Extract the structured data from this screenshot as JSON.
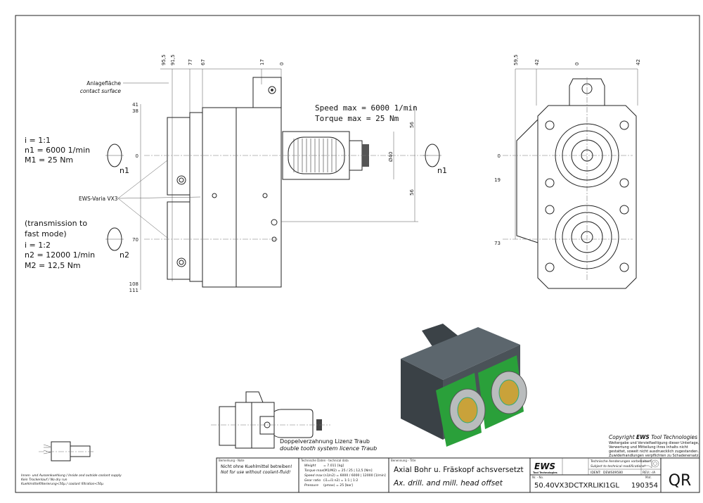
{
  "side_view": {
    "contact_surface_de": "Anlagefläche",
    "contact_surface_en": "contact surface",
    "top_dims": [
      "95,5",
      "91,5",
      "77",
      "67",
      "17",
      "0"
    ],
    "left_dims": [
      "41",
      "38",
      "0",
      "70",
      "108",
      "111"
    ],
    "right_dims": [
      "56",
      "56"
    ],
    "diameter": "Ø40",
    "speed_max": "Speed max  = 6000 1/min",
    "torque_max": "Torque max = 25 Nm",
    "spindle1_label": "n1",
    "spindle2_label": "n2",
    "drive_label": "n1",
    "varia_label": "EWS-Varia VX3"
  },
  "spindle1": {
    "ratio": "i = 1:1",
    "speed": "n1 = 6000 1/min",
    "torque": "M1 = 25 Nm"
  },
  "spindle2": {
    "note_line1": "(transmission to",
    "note_line2": "fast mode)",
    "ratio": "i = 1:2",
    "speed": "n2 = 12000 1/min",
    "torque": "M2 = 12,5 Nm"
  },
  "front_view": {
    "top_dims": [
      "59,5",
      "42",
      "0",
      "42"
    ],
    "left_dims": [
      "0",
      "19",
      "73"
    ]
  },
  "detail_view": {
    "caption_de": "Doppelverzahnung Lizenz Traub",
    "caption_en": "double tooth system licence Traub"
  },
  "coolant": {
    "line1": "Innen- und Aussenkuehlung / Inside and outside coolant supply",
    "line2": "Kein Trockenlauf / No dry run",
    "line3": "Kuehlmittelfilterierung<50µ / coolant filtration<50µ"
  },
  "copyright": {
    "title_prefix": "Copyright ",
    "title_brand": "EWS",
    "title_suffix": " Tool Technologies",
    "lines": [
      "Weitergabe und Vervielfaeltigung dieser Unterlage,",
      "Verwertung und Mitteilung ihres Inhalts nicht",
      "gestattet, soweit nicht ausdruecklich zugestanden.",
      "Zuwiderhandlungen verpflichten zu Schadenersatz."
    ]
  },
  "title_block": {
    "note_header": "Bemerkung - Note",
    "note_de": "Nicht ohne Kuehlmittel betreiben!",
    "note_en": "Not for use without coolant-fluid!",
    "tech_header": "Technische Daten - technical data",
    "tech_rows": [
      {
        "label": "Weight",
        "value": "= 7.011 [kg]"
      },
      {
        "label": "Torque max",
        "value": "(M1/M2) = 25 / 25 | 12,5 [Nm]"
      },
      {
        "label": "Speed max",
        "value": "(n1/n2) = 6000 / 6000 | 12000 [1/min]"
      },
      {
        "label": "Gear ratio",
        "value": "(i1=i1:n2) = 1:1 | 1:2"
      },
      {
        "label": "Pressure",
        "value": "(pmax) = 25 [bar]"
      }
    ],
    "title_header": "Benennung - Title",
    "title_de": "Axial Bohr u. Fräskopf achsversetzt",
    "title_en": "Ax. drill. and mill. head offset",
    "logo_text": "EWS",
    "logo_sub": "Tool Technologies",
    "changes_de": "Technische Aenderungen vorbehalten!",
    "changes_en": "Subject to technical modifications!",
    "ident_label": "IDENT:",
    "ident_value": "DEWS09580",
    "rev_label": "REV.:",
    "rev_value": "-/A",
    "number_header": "Nr. - No.",
    "number": "50.40VX3DCTXRLIKI1GL",
    "mat_header": "Mat.",
    "mat_number": "190354",
    "qr_label": "QR"
  },
  "colors": {
    "line": "#222222",
    "body_grey": "#4a5258",
    "flange_green": "#2aa03a",
    "collet_gold": "#c9a23a"
  }
}
